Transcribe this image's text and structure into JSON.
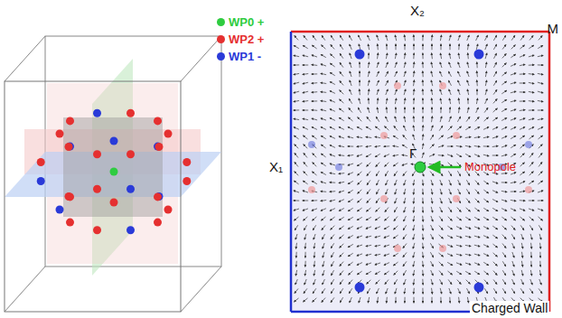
{
  "diagram": {
    "labels": [
      "X₂",
      "M",
      "X₁",
      "Γ",
      "Monopole",
      "Charged Wall"
    ],
    "legend": [
      {
        "text": "WP0 +",
        "color": "#2ecc40"
      },
      {
        "text": "WP2 +",
        "color": "#e53030"
      },
      {
        "text": "WP1 -",
        "color": "#2a3ad8"
      }
    ]
  }
}
